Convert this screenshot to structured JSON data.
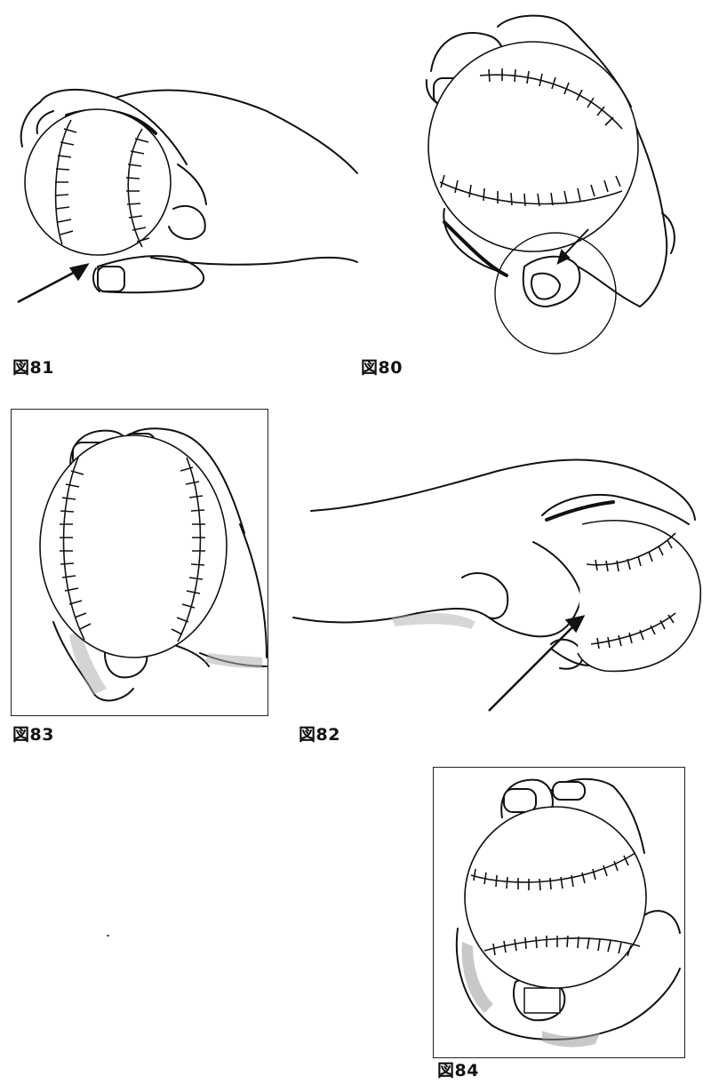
{
  "figures": [
    {
      "id": "fig81",
      "caption": "図81",
      "subject": "pitching grip side view, thumb under ball"
    },
    {
      "id": "fig80",
      "caption": "図80",
      "subject": "pitching grip front view, thumb circled"
    },
    {
      "id": "fig83",
      "caption": "図83",
      "subject": "pitching grip front view, framed"
    },
    {
      "id": "fig82",
      "caption": "図82",
      "subject": "pitching grip side view, knuckle detail"
    },
    {
      "id": "fig84",
      "caption": "図84",
      "subject": "pitching grip front view, framed"
    }
  ],
  "colors": {
    "ink": "#111111",
    "paper": "#ffffff",
    "shade": "#9a9a9a"
  }
}
